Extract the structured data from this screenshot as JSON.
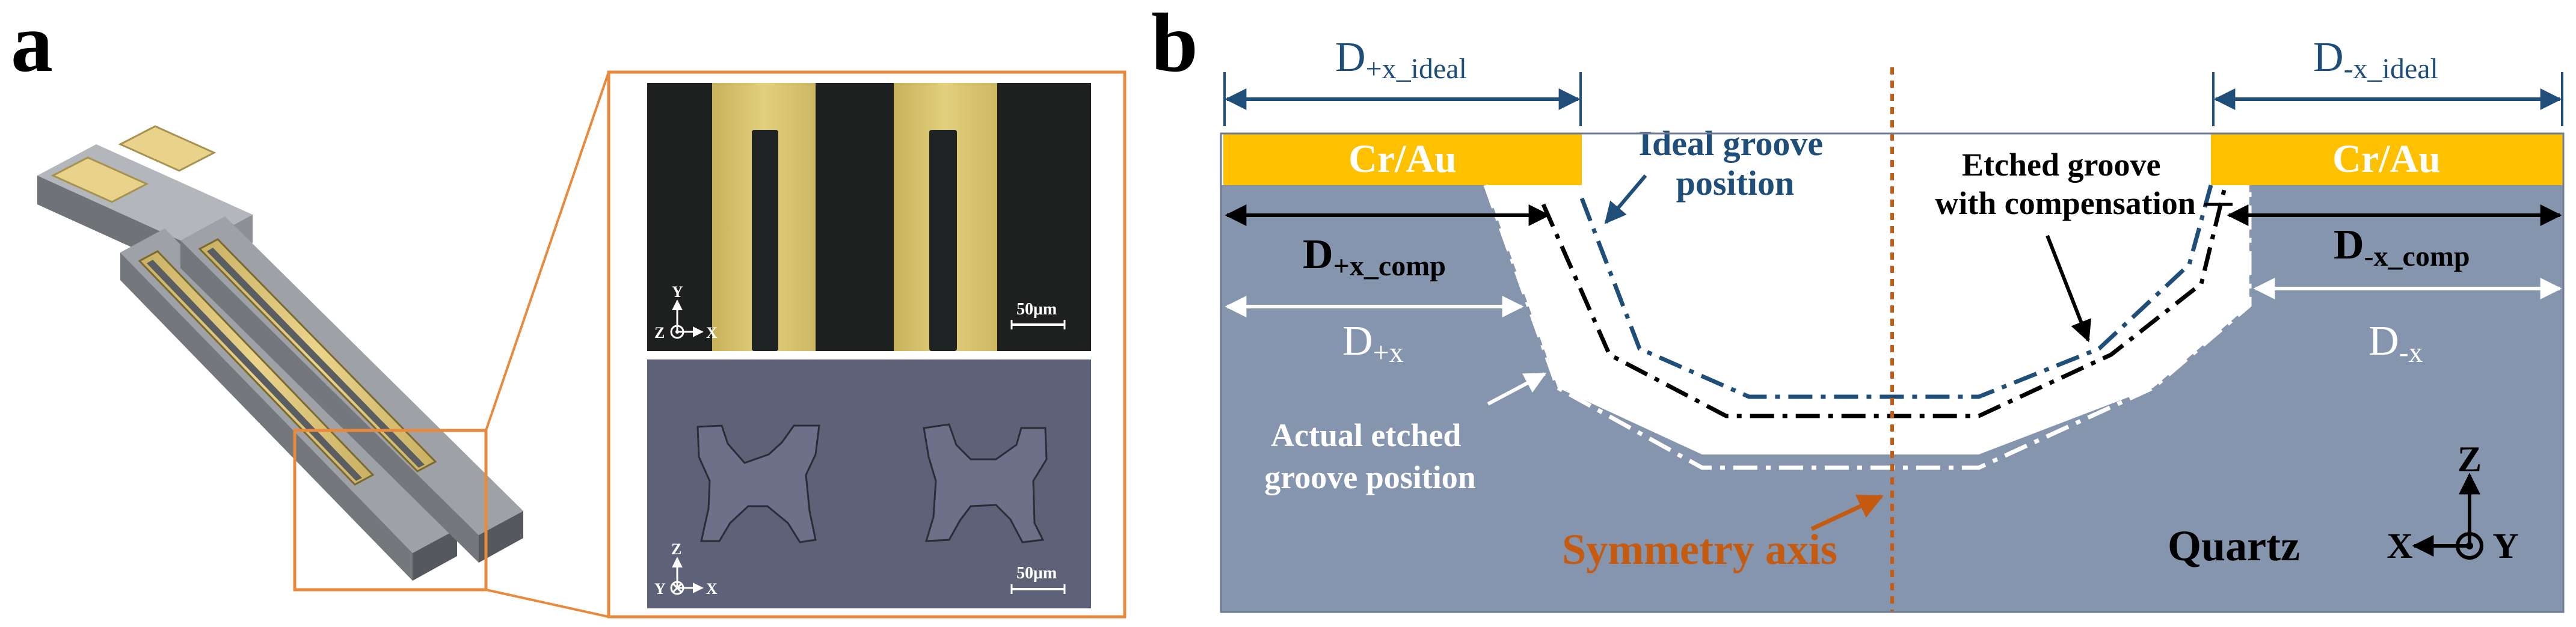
{
  "panel_a": {
    "letter": "a",
    "micrograph_top": {
      "scale_bar": "50μm",
      "axis_y": "Y",
      "axis_z": "Z",
      "axis_x": "X"
    },
    "micrograph_bottom": {
      "scale_bar": "50μm",
      "axis_z": "Z",
      "axis_y": "Y",
      "axis_x": "X"
    },
    "colors": {
      "highlight_box": "#E8893C",
      "gold": "#E8D27E",
      "body_gray": "#7A7E82",
      "micro_bg_top": "#1E2020",
      "micro_bg_bottom": "#5E6278"
    }
  },
  "panel_b": {
    "letter": "b",
    "labels": {
      "d_plus_ideal": "D+x_ideal",
      "d_minus_ideal": "D-x_ideal",
      "cr_au_left": "Cr/Au",
      "cr_au_right": "Cr/Au",
      "ideal_groove": "Ideal groove\nposition",
      "etched_compensation": "Etched groove\nwith compensation",
      "d_plus_comp": "D+x_comp",
      "d_minus_comp": "D-x_comp",
      "d_plus": "D+x",
      "d_minus": "D-x",
      "actual_groove": "Actual etched\ngroove position",
      "symmetry_axis": "Symmetry axis",
      "quartz": "Quartz",
      "axis_z": "Z",
      "axis_x": "X",
      "axis_y": "Y"
    },
    "colors": {
      "quartz": "#8595AE",
      "electrode": "#FFC000",
      "ideal_line": "#1F4E79",
      "compensation_line": "#000000",
      "actual_line": "#FFFFFF",
      "symmetry_axis": "#C55A11",
      "dimension_blue": "#1F4E79"
    }
  }
}
